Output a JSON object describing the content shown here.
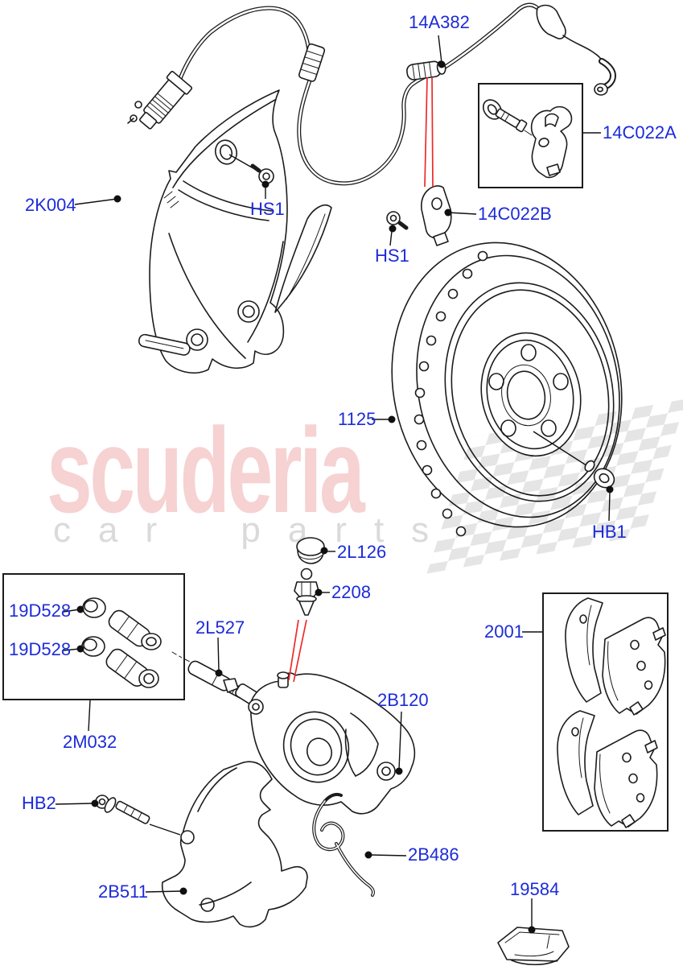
{
  "watermark": {
    "brand": "scuderia",
    "tagline": "car parts",
    "brand_color": "#f6d2d2",
    "tagline_color": "#dadada",
    "flag_color": "#dedede"
  },
  "colors": {
    "label_blue": "#1c2bd9",
    "callout_red": "#ee2a2a",
    "line_black": "#1c1c1c",
    "background": "#ffffff"
  },
  "labels": [
    {
      "text": "14A382"
    },
    {
      "text": "14C022A"
    },
    {
      "text": "14C022B"
    },
    {
      "text": "HS1"
    },
    {
      "text": "HS1"
    },
    {
      "text": "2K004"
    },
    {
      "text": "1125"
    },
    {
      "text": "HB1"
    },
    {
      "text": "2L126"
    },
    {
      "text": "2208"
    },
    {
      "text": "2L527"
    },
    {
      "text": "19D528"
    },
    {
      "text": "19D528"
    },
    {
      "text": "2M032"
    },
    {
      "text": "2B120"
    },
    {
      "text": "HB2"
    },
    {
      "text": "2B511"
    },
    {
      "text": "2B486"
    },
    {
      "text": "2001"
    },
    {
      "text": "19584"
    }
  ]
}
